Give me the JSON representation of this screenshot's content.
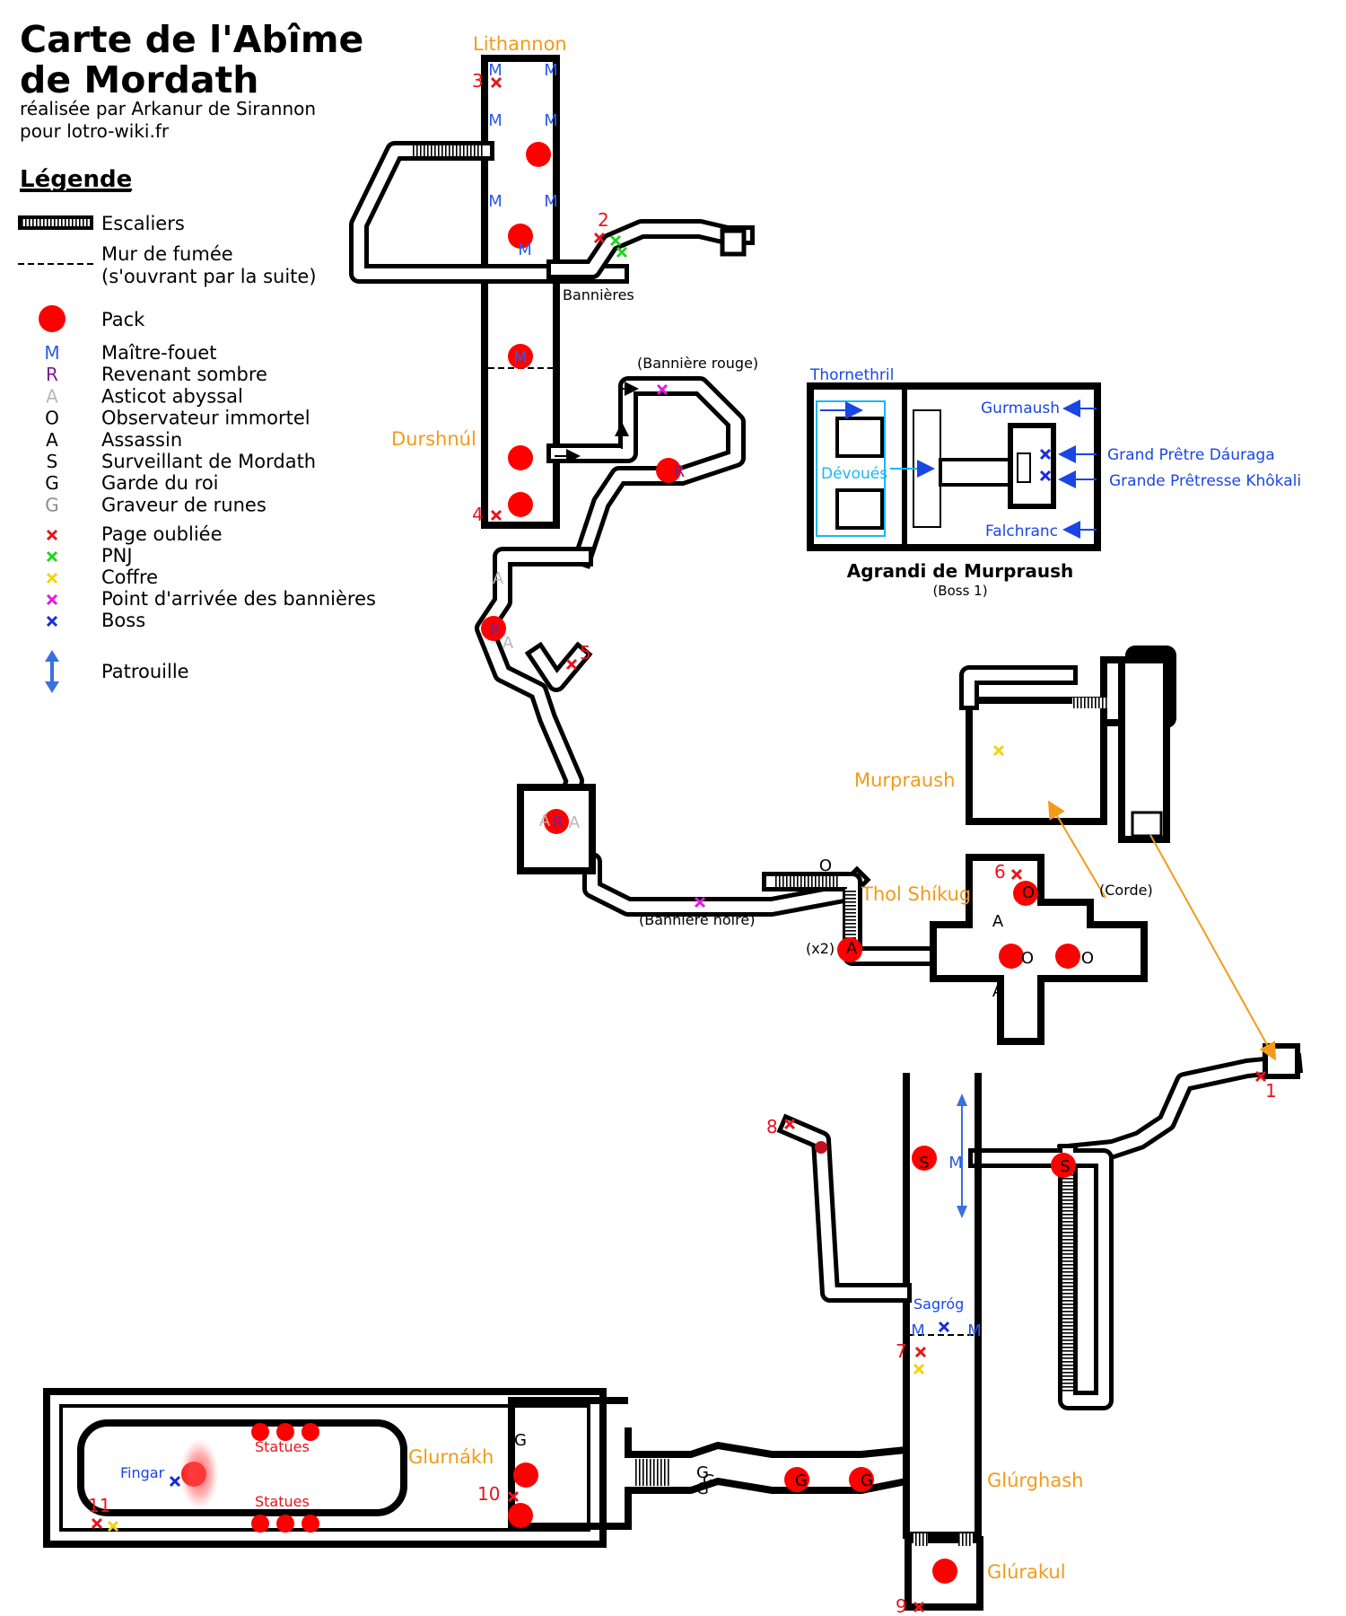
{
  "title_line1": "Carte de l'Abîme",
  "title_line2": "de Mordath",
  "credit_line1": "réalisée par Arkanur de Sirannon",
  "credit_line2": "pour lotro-wiki.fr",
  "legend": {
    "heading": "Légende",
    "stairs": "Escaliers",
    "smoke_wall_1": "Mur de fumée",
    "smoke_wall_2": "(s'ouvrant par la suite)",
    "pack": "Pack",
    "entries": [
      {
        "symbol": "M",
        "label": "Maître-fouet",
        "color": "#2A5BE8"
      },
      {
        "symbol": "R",
        "label": "Revenant sombre",
        "color": "#7B1E8C"
      },
      {
        "symbol": "A",
        "label": "Asticot abyssal",
        "color": "#B8B8B8"
      },
      {
        "symbol": "O",
        "label": "Observateur immortel",
        "color": "#000000"
      },
      {
        "symbol": "A",
        "label": "Assassin",
        "color": "#000000"
      },
      {
        "symbol": "S",
        "label": "Surveillant de Mordath",
        "color": "#000000"
      },
      {
        "symbol": "G",
        "label": "Garde du roi",
        "color": "#000000"
      },
      {
        "symbol": "G",
        "label": "Graveur de runes",
        "color": "#8C8C8C"
      }
    ],
    "markers": [
      {
        "label": "Page oubliée",
        "color": "#E8141C"
      },
      {
        "label": "PNJ",
        "color": "#22D422"
      },
      {
        "label": "Coffre",
        "color": "#F2D20E"
      },
      {
        "label": "Point d'arrivée des bannières",
        "color": "#E21BE2"
      },
      {
        "label": "Boss",
        "color": "#1A2BD8"
      }
    ],
    "patrol": "Patrouille"
  },
  "places": {
    "lithannon": "Lithannon",
    "durshnul": "Durshnúl",
    "thol_shikug": "Thol Shíkug",
    "murpraush": "Murpraush",
    "glurnakh": "Glurnákh",
    "glurghash": "Glúrghash",
    "glurakul": "Glúrakul"
  },
  "labels": {
    "bannieres": "Bannières",
    "banniere_rouge": "(Bannière rouge)",
    "banniere_noire": "(Bannière noire)",
    "corde": "(Corde)",
    "x2": "(x2)",
    "statues_top": "Statues",
    "statues_bottom": "Statues",
    "fingar": "Fingar",
    "sagrog": "Sagróg"
  },
  "inset": {
    "thornethril": "Thornethril",
    "gurmaush": "Gurmaush",
    "devoues": "Dévoués",
    "falchranc": "Falchranc",
    "grand_pretre": "Grand Prêtre Dáuraga",
    "grande_pretresse": "Grande Prêtresse Khôkali",
    "caption": "Agrandi de Murpraush",
    "subcaption": "(Boss 1)"
  },
  "pages": [
    "1",
    "2",
    "3",
    "4",
    "5",
    "6",
    "7",
    "8",
    "9",
    "10",
    "11"
  ],
  "colors": {
    "wall": "#000000",
    "pack": "#FF0000",
    "orange_label": "#F39A1A",
    "boss_label": "#1A46E6",
    "cyan_path": "#19B8F0",
    "patrol_arrow": "#3A6FE0"
  }
}
